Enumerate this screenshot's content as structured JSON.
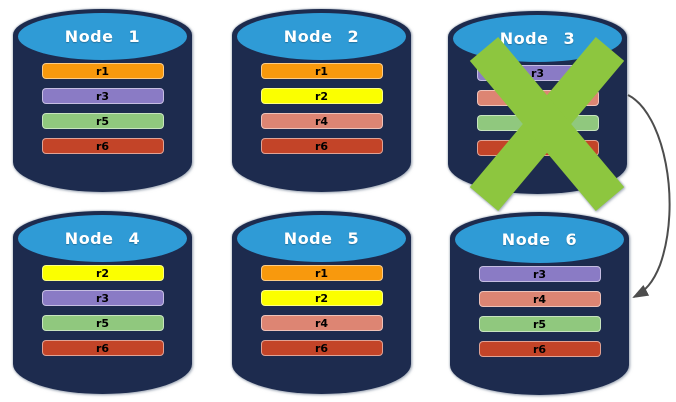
{
  "diagram": {
    "description": "Six database node cylinders holding replica partitions; Node 3 is failed (green X) and its replicas are redirected to Node 6 via a curved arrow.",
    "colors": {
      "background": "#FFFFFF",
      "cylinder_body": "#1D2B4E",
      "cylinder_top": "#2F9BD6",
      "node_label_text": "#FFFFFF",
      "bar_label_text": "#000000",
      "x_mark": "#8DC63F",
      "arrow": "#4D4D4D"
    },
    "replica_colors": {
      "r1": "#F8990D",
      "r2": "#FBFF00",
      "r3": "#8A7BC5",
      "r4": "#DD8573",
      "r5": "#90C87E",
      "r6": "#C34428"
    },
    "nodes": [
      {
        "label": "Node 1",
        "replicas": [
          "r1",
          "r3",
          "r5",
          "r6"
        ],
        "failed": false
      },
      {
        "label": "Node 2",
        "replicas": [
          "r1",
          "r2",
          "r4",
          "r6"
        ],
        "failed": false
      },
      {
        "label": "Node 3",
        "replicas": [
          "r3",
          "r4",
          "r5",
          "r6"
        ],
        "failed": true
      },
      {
        "label": "Node 4",
        "replicas": [
          "r2",
          "r3",
          "r5",
          "r6"
        ],
        "failed": false
      },
      {
        "label": "Node 5",
        "replicas": [
          "r1",
          "r2",
          "r4",
          "r6"
        ],
        "failed": false
      },
      {
        "label": "Node 6",
        "replicas": [
          "r3",
          "r4",
          "r5",
          "r6"
        ],
        "failed": false
      }
    ],
    "failure_mark": {
      "node": "Node 3",
      "shape": "X"
    },
    "arrow": {
      "from": "Node 3",
      "to": "Node 6"
    }
  }
}
